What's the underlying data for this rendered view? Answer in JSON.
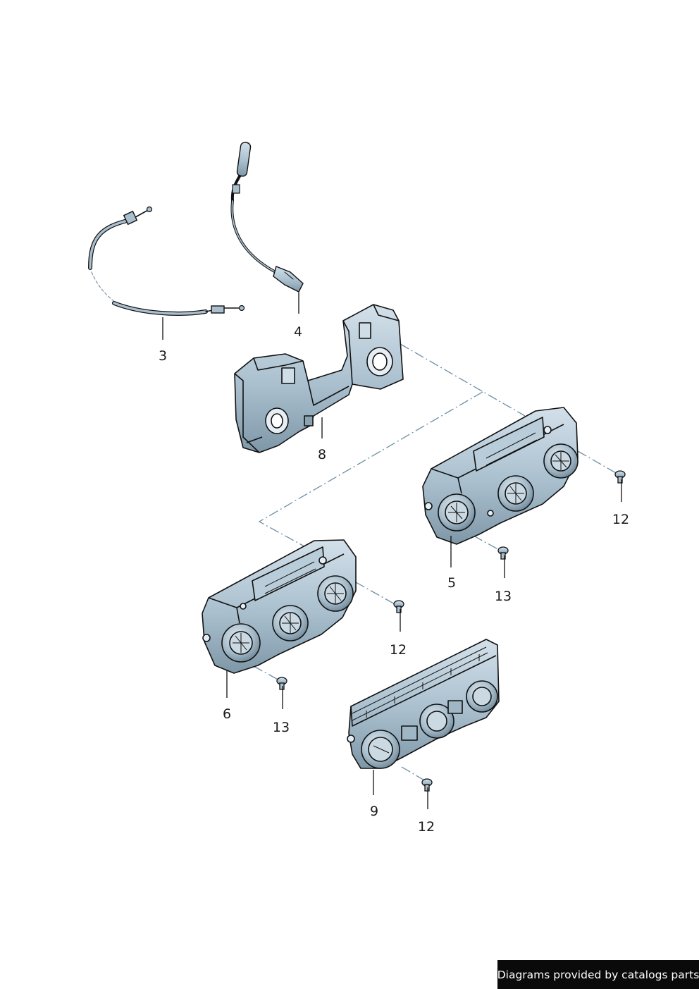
{
  "labels": {
    "p3": "3",
    "p4": "4",
    "p8": "8",
    "p5": "5",
    "p6": "6",
    "p9": "9",
    "p12a": "12",
    "p12b": "12",
    "p12c": "12",
    "p13a": "13",
    "p13b": "13"
  },
  "footer": {
    "credit": "Diagrams provided by catalogs parts"
  },
  "colors": {
    "part_fill": "#a9bfce",
    "part_light": "#cfdde7",
    "part_dark": "#6f8898",
    "outline": "#111111",
    "dashline": "#6c8fa3"
  }
}
